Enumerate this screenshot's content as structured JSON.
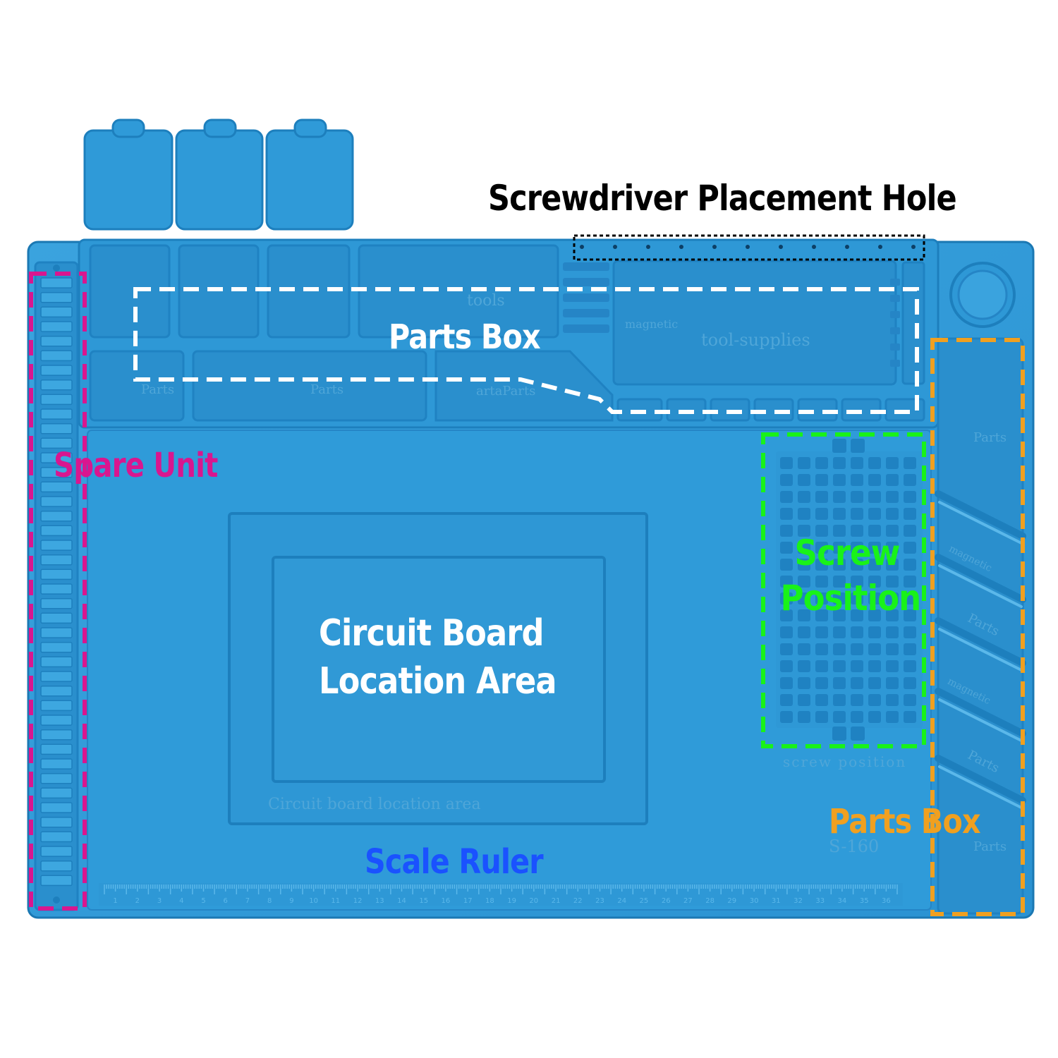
{
  "colors": {
    "mat": "#2f9ad8",
    "mat_light": "#55b4e8",
    "mat_dark": "#1d7fbd",
    "pocket": "#2a90cf",
    "white": "#ffffff",
    "black": "#000000",
    "magenta": "#d9168f",
    "green": "#19f219",
    "orange": "#f0a020",
    "blue_text": "#1a52ff"
  },
  "callouts": {
    "screwdriver_hole": {
      "text": "Screwdriver Placement Hole",
      "color": "#000000"
    },
    "parts_box_top": {
      "text": "Parts Box",
      "color": "#ffffff"
    },
    "spare_unit": {
      "text": "Spare Unit",
      "color": "#d9168f"
    },
    "screw_position": {
      "line1": "Screw",
      "line2": "Position",
      "color": "#19f219"
    },
    "circuit_board": {
      "line1": "Circuit Board",
      "line2": "Location Area",
      "color": "#ffffff"
    },
    "scale_ruler": {
      "text": "Scale Ruler",
      "color": "#1a52ff"
    },
    "parts_box_right": {
      "text": "Parts Box",
      "color": "#f0a020"
    }
  },
  "embossed": {
    "tools": "tools",
    "magnetic_top": "magnetic",
    "tool_supplies": "tool-supplies",
    "parts_1": "Parts",
    "parts_2": "Parts",
    "parts_3": "artaParts",
    "screw_position": "screw position",
    "circuit_board_area": "Circuit board location area",
    "model": "S-160",
    "side_parts_1": "Parts",
    "side_magnetic_1": "magnetic",
    "side_parts_2": "Parts",
    "side_magnetic_2": "magnetic",
    "side_parts_3": "Parts",
    "side_parts_4": "Parts"
  },
  "ruler": {
    "min": 1,
    "max": 36,
    "unit": "cm"
  },
  "spare_unit": {
    "slots": 42
  }
}
